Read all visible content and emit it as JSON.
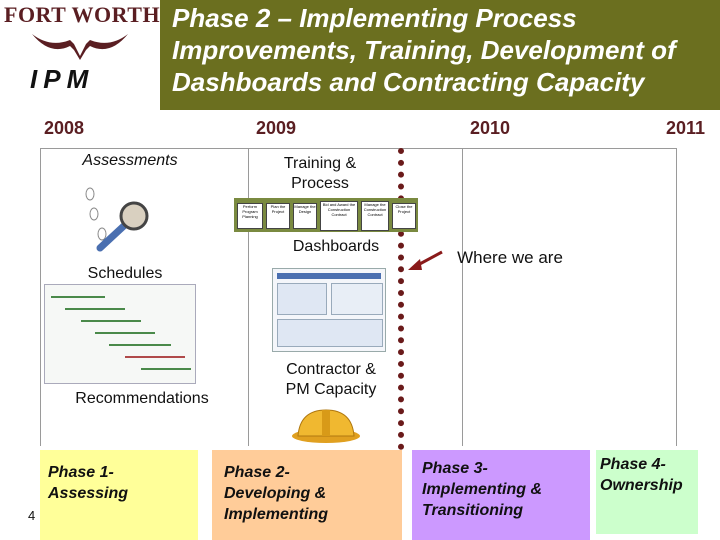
{
  "header": {
    "logo_text": "FORT WORTH",
    "logo_sub": "IPM",
    "title": "Phase 2 – Implementing Process Improvements, Training, Development of Dashboards and Contracting Capacity"
  },
  "years": [
    "2008",
    "2009",
    "2010",
    "2011"
  ],
  "labels": {
    "assessments": "Assessments",
    "training": "Training & Process",
    "dashboards": "Dashboards",
    "schedules": "Schedules",
    "recommendations": "Recommendations",
    "contractor": "Contractor & PM Capacity",
    "where_we_are": "Where we are"
  },
  "process_steps": [
    "Perform Program Planning",
    "Plan the Project",
    "Manage the Design",
    "Bid and Award the Construction Contract",
    "Manage the Construction Contract",
    "Close the Project"
  ],
  "phases": [
    {
      "label": "Phase 1- Assessing",
      "color": "#ffff99"
    },
    {
      "label": "Phase 2- Developing & Implementing",
      "color": "#ffcc99"
    },
    {
      "label": "Phase 3- Implementing & Transitioning",
      "color": "#cc99ff"
    },
    {
      "label": "Phase 4- Ownership",
      "color": "#ccffcc"
    }
  ],
  "page_number": "4"
}
